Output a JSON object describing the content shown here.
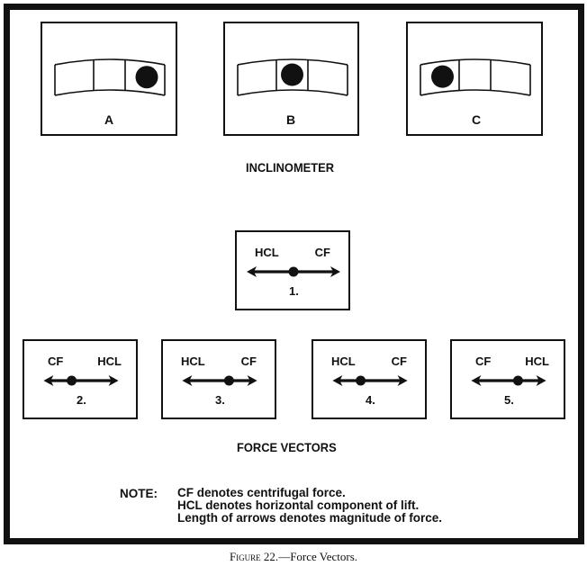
{
  "figure": {
    "caption_prefix": "Figure 22.",
    "caption_title": "—Force Vectors."
  },
  "inclinometer": {
    "heading": "INCLINOMETER",
    "panels": [
      {
        "label": "A",
        "ball_position": "right"
      },
      {
        "label": "B",
        "ball_position": "center"
      },
      {
        "label": "C",
        "ball_position": "left"
      }
    ]
  },
  "force_vectors": {
    "heading": "FORCE VECTORS",
    "panels": [
      {
        "number": "1.",
        "left_label": "HCL",
        "right_label": "CF",
        "left_magnitude": 1.0,
        "right_magnitude": 1.0
      },
      {
        "number": "2.",
        "left_label": "CF",
        "right_label": "HCL",
        "left_magnitude": 0.6,
        "right_magnitude": 1.0
      },
      {
        "number": "3.",
        "left_label": "HCL",
        "right_label": "CF",
        "left_magnitude": 1.0,
        "right_magnitude": 0.6
      },
      {
        "number": "4.",
        "left_label": "HCL",
        "right_label": "CF",
        "left_magnitude": 0.6,
        "right_magnitude": 1.0
      },
      {
        "number": "5.",
        "left_label": "CF",
        "right_label": "HCL",
        "left_magnitude": 1.0,
        "right_magnitude": 0.6
      }
    ]
  },
  "note": {
    "label": "NOTE:",
    "lines": [
      "CF denotes centrifugal force.",
      "HCL denotes horizontal component of lift.",
      "Length of arrows denotes magnitude of force."
    ]
  },
  "colors": {
    "ink": "#111111",
    "paper": "#ffffff"
  }
}
